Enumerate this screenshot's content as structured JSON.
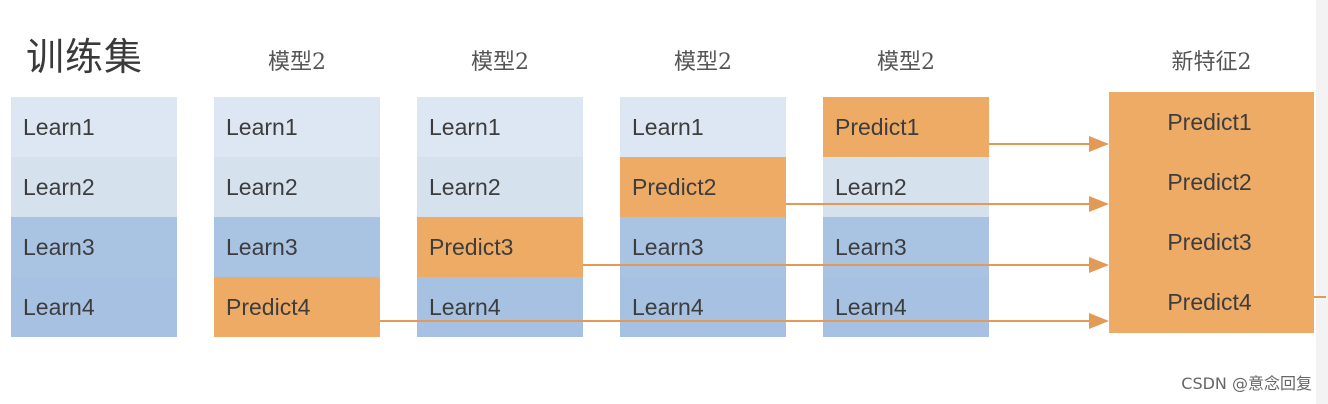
{
  "title": "训练集",
  "columns": [
    {
      "header": "",
      "cells": [
        "Learn1",
        "Learn2",
        "Learn3",
        "Learn4"
      ],
      "predict_index": -1
    },
    {
      "header": "模型2",
      "cells": [
        "Learn1",
        "Learn2",
        "Learn3",
        "Predict4"
      ],
      "predict_index": 3
    },
    {
      "header": "模型2",
      "cells": [
        "Learn1",
        "Learn2",
        "Predict3",
        "Learn4"
      ],
      "predict_index": 2
    },
    {
      "header": "模型2",
      "cells": [
        "Learn1",
        "Predict2",
        "Learn3",
        "Learn4"
      ],
      "predict_index": 1
    },
    {
      "header": "模型2",
      "cells": [
        "Predict1",
        "Learn2",
        "Learn3",
        "Learn4"
      ],
      "predict_index": 0
    }
  ],
  "feature": {
    "header": "新特征2",
    "cells": [
      "Predict1",
      "Predict2",
      "Predict3",
      "Predict4"
    ]
  },
  "watermark": "CSDN @意念回复",
  "colors": {
    "predict": "#eeab66",
    "learn_light": "#dde7f3",
    "learn_dark": "#a9c3e2",
    "arrow": "#e39a57"
  }
}
